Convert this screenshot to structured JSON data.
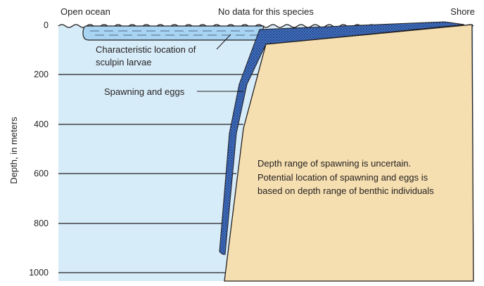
{
  "labels": {
    "open_ocean": "Open ocean",
    "no_data": "No data for this species",
    "shore": "Shore",
    "larvae_line1": "Characteristic location of",
    "larvae_line2": "sculpin larvae",
    "spawning": "Spawning and eggs",
    "note_line1": "Depth range of spawning is uncertain.",
    "note_line2": "Potential location of spawning and eggs is",
    "note_line3": "based on depth range of benthic individuals",
    "y_axis": "Depth, in meters"
  },
  "depth_axis": {
    "ticks": [
      "0",
      "200",
      "400",
      "600",
      "800",
      "1000"
    ]
  },
  "colors": {
    "water": "#d7ecf9",
    "larvae_band": "#a9d4f1",
    "seafloor": "#f5dfb0",
    "egg_band": "#3f6fc4",
    "ink": "#231f20"
  }
}
